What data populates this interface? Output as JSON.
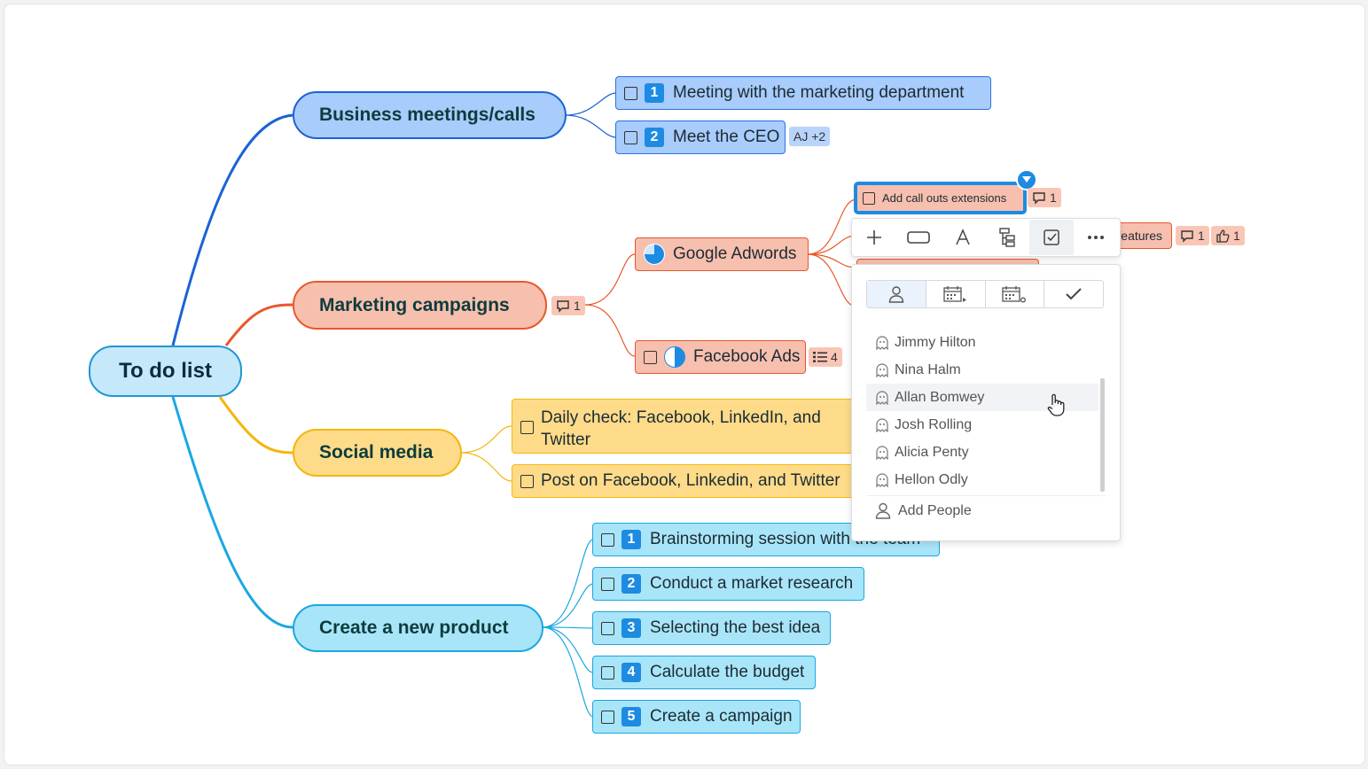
{
  "root": {
    "label": "To do list"
  },
  "branches": {
    "business": {
      "label": "Business meetings/calls",
      "tasks": [
        {
          "priority": "1",
          "label": "Meeting with the marketing department"
        },
        {
          "priority": "2",
          "label": "Meet the CEO",
          "assignees": "AJ +2"
        }
      ]
    },
    "marketing": {
      "label": "Marketing campaigns",
      "comments": "1",
      "google": {
        "label": "Google Adwords"
      },
      "facebook": {
        "label": "Facebook Ads",
        "subtasks": "4"
      },
      "callouts": {
        "label": "Add call outs extensions",
        "comments": "1"
      },
      "features": {
        "label": "features",
        "comments": "1",
        "likes": "1"
      }
    },
    "social": {
      "label": "Social media",
      "tasks": [
        {
          "label_line1": "Daily check: Facebook, LinkedIn, and",
          "label_line2": "Twitter"
        },
        {
          "label": "Post on Facebook, Linkedin, and Twitter"
        }
      ]
    },
    "product": {
      "label": "Create a new product",
      "tasks": [
        {
          "priority": "1",
          "label": "Brainstorming session with the team"
        },
        {
          "priority": "2",
          "label": "Conduct a market research"
        },
        {
          "priority": "3",
          "label": "Selecting the best idea"
        },
        {
          "priority": "4",
          "label": "Calculate the budget"
        },
        {
          "priority": "5",
          "label": "Create a campaign"
        }
      ]
    }
  },
  "toolbar": {
    "icons": [
      "plus-icon",
      "shape-icon",
      "text-format-icon",
      "structure-icon",
      "task-checkbox-icon",
      "more-icon"
    ],
    "active": "task-checkbox-icon"
  },
  "assign_panel": {
    "tabs": [
      "assignee-icon",
      "start-date-icon",
      "due-date-icon",
      "complete-icon"
    ],
    "people": [
      "Jimmy Hilton",
      "Nina Halm",
      "Allan Bomwey",
      "Josh Rolling",
      "Alicia Penty",
      "Hellon Odly"
    ],
    "hovered": "Allan Bomwey",
    "add_label": "Add People"
  },
  "colors": {
    "business": "#1c63d3",
    "marketing": "#e8582c",
    "social": "#f4b60b",
    "product": "#1aa7e2",
    "selection": "#1d8be2"
  }
}
